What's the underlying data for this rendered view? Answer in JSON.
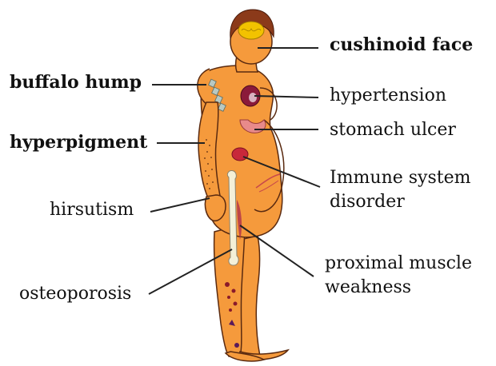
{
  "labels": {
    "cushinoid_face": "cushinoid face",
    "buffalo_hump": "buffalo hump",
    "hypertension": "hypertension",
    "hyperpigment": "hyperpigment",
    "stomach_ulcer": "stomach ulcer",
    "immune_line1": "Immune system",
    "immune_line2": "disorder",
    "hirsutism": "hirsutism",
    "proximal_line1": "proximal muscle",
    "proximal_line2": "weakness",
    "osteoporosis": "osteoporosis"
  },
  "colors": {
    "skin": "#f59a3c",
    "skin_outline": "#5a2a10",
    "hair": "#8b3a1a",
    "brain": "#f2c200",
    "heart": "#8b1a3a",
    "stomach": "#e88a8a",
    "bone": "#f4f0d8",
    "bruise": "#8b1a2a",
    "leader_line": "#222222"
  }
}
